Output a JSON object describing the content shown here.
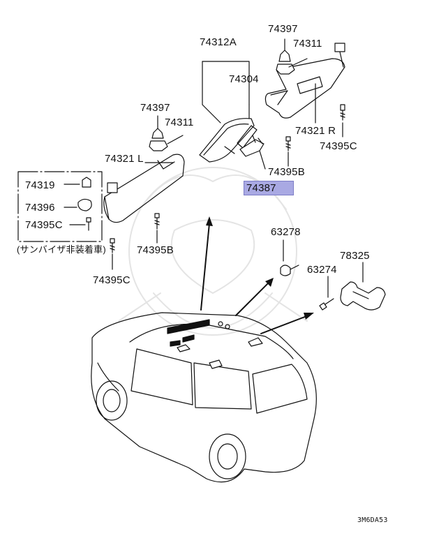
{
  "labels": {
    "p74312A": "74312A",
    "p74397_right": "74397",
    "p74311_right": "74311",
    "p74304": "74304",
    "p74397_left": "74397",
    "p74311_left": "74311",
    "p74321L": "74321 L",
    "p74321R": "74321 R",
    "p74395C_right": "74395C",
    "p74395B_right": "74395B",
    "p74387": "74387",
    "p74319": "74319",
    "p74396": "74396",
    "p74395C_box": "74395C",
    "box_note": "(サンバイザ非装着車)",
    "p74395B_left": "74395B",
    "p74395C_left": "74395C",
    "p63278": "63278",
    "p63274": "63274",
    "p78325": "78325",
    "diagram_code": "3M6DA53"
  },
  "colors": {
    "highlight": "#a9a9e3",
    "line": "#111111",
    "watermark": "#e6e6e6"
  }
}
